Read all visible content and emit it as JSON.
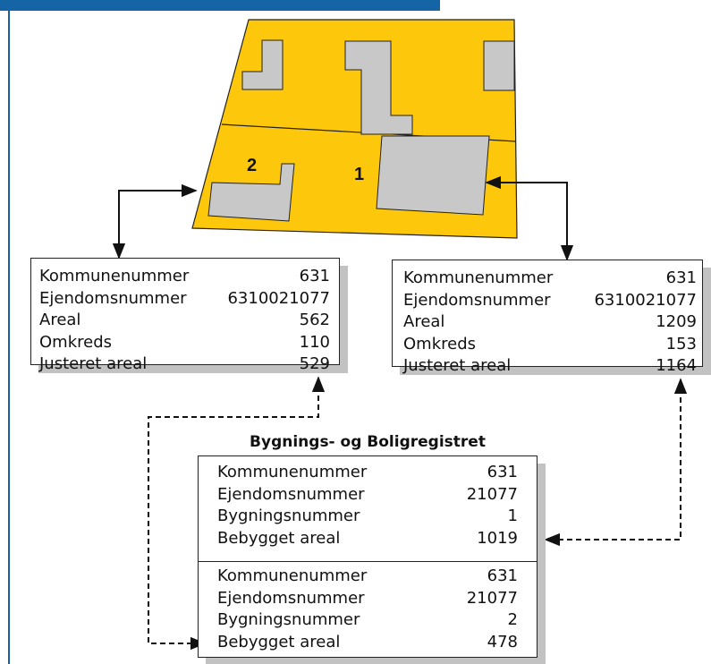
{
  "colors": {
    "parcel_fill": "#fdc70c",
    "building_fill": "#c8c8c8",
    "banner": "#1565a6"
  },
  "map": {
    "parcel_1_label": "1",
    "parcel_2_label": "2"
  },
  "parcel_box_left": {
    "rows": [
      {
        "label": "Kommunenummer",
        "value": "631"
      },
      {
        "label": "Ejendomsnummer",
        "value": "6310021077"
      },
      {
        "label": "Areal",
        "value": "562"
      },
      {
        "label": "Omkreds",
        "value": "110"
      },
      {
        "label": "Justeret areal",
        "value": "529"
      }
    ]
  },
  "parcel_box_right": {
    "rows": [
      {
        "label": "Kommunenummer",
        "value": "631"
      },
      {
        "label": "Ejendomsnummer",
        "value": "6310021077"
      },
      {
        "label": "Areal",
        "value": "1209"
      },
      {
        "label": "Omkreds",
        "value": "153"
      },
      {
        "label": "Justeret areal",
        "value": "1164"
      }
    ]
  },
  "register": {
    "title": "Bygnings- og Boligregistret",
    "building_1": [
      {
        "label": "Kommunenummer",
        "value": "631"
      },
      {
        "label": "Ejendomsnummer",
        "value": "21077"
      },
      {
        "label": "Bygningsnummer",
        "value": "1"
      },
      {
        "label": "Bebygget areal",
        "value": "1019"
      }
    ],
    "building_2": [
      {
        "label": "Kommunenummer",
        "value": "631"
      },
      {
        "label": "Ejendomsnummer",
        "value": "21077"
      },
      {
        "label": "Bygningsnummer",
        "value": "2"
      },
      {
        "label": "Bebygget areal",
        "value": "478"
      }
    ]
  }
}
